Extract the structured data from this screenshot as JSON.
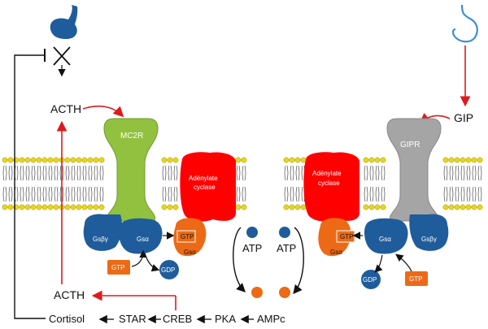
{
  "labels": {
    "acth_top": "ACTH",
    "acth_bottom": "ACTH",
    "mc2r": "MC2R",
    "gipr": "GIPR",
    "gip": "GIP",
    "adenylate_left_1": "Adénylate",
    "adenylate_left_2": "cyclase",
    "adenylate_right_1": "Adénylate",
    "adenylate_right_2": "cyclase",
    "gsbg_left": "Gsβγ",
    "gsa_left": "Gsα",
    "gtp_left_inner": "GTP",
    "gsa_left_inner": "Gsα",
    "gtp_left_small": "GTP",
    "gdp_left": "GDP",
    "gsbg_right": "Gsβγ",
    "gsa_right": "Gsα",
    "gtp_right_inner": "GTP",
    "gsa_right_inner": "Gsα",
    "gtp_right_small": "GTP",
    "gdp_right": "GDP",
    "atp_left": "ATP",
    "atp_right": "ATP"
  },
  "pathway": [
    "Cortisol",
    "STAR",
    "CREB",
    "PKA",
    "AMPc"
  ],
  "colors": {
    "mc2r": "#92c140",
    "gipr": "#a5a5a5",
    "adenylate": "#ff0000",
    "gs_protein": "#1f5c9b",
    "gtp": "#ec6a16",
    "arrow_red": "#e0191b",
    "membrane_head": "#ecd800",
    "membrane_tail": "#333333"
  },
  "icons": {
    "pituitary": "pituitary-gland-icon",
    "stomach": "stomach-icon",
    "inhibition": "cross-icon"
  }
}
